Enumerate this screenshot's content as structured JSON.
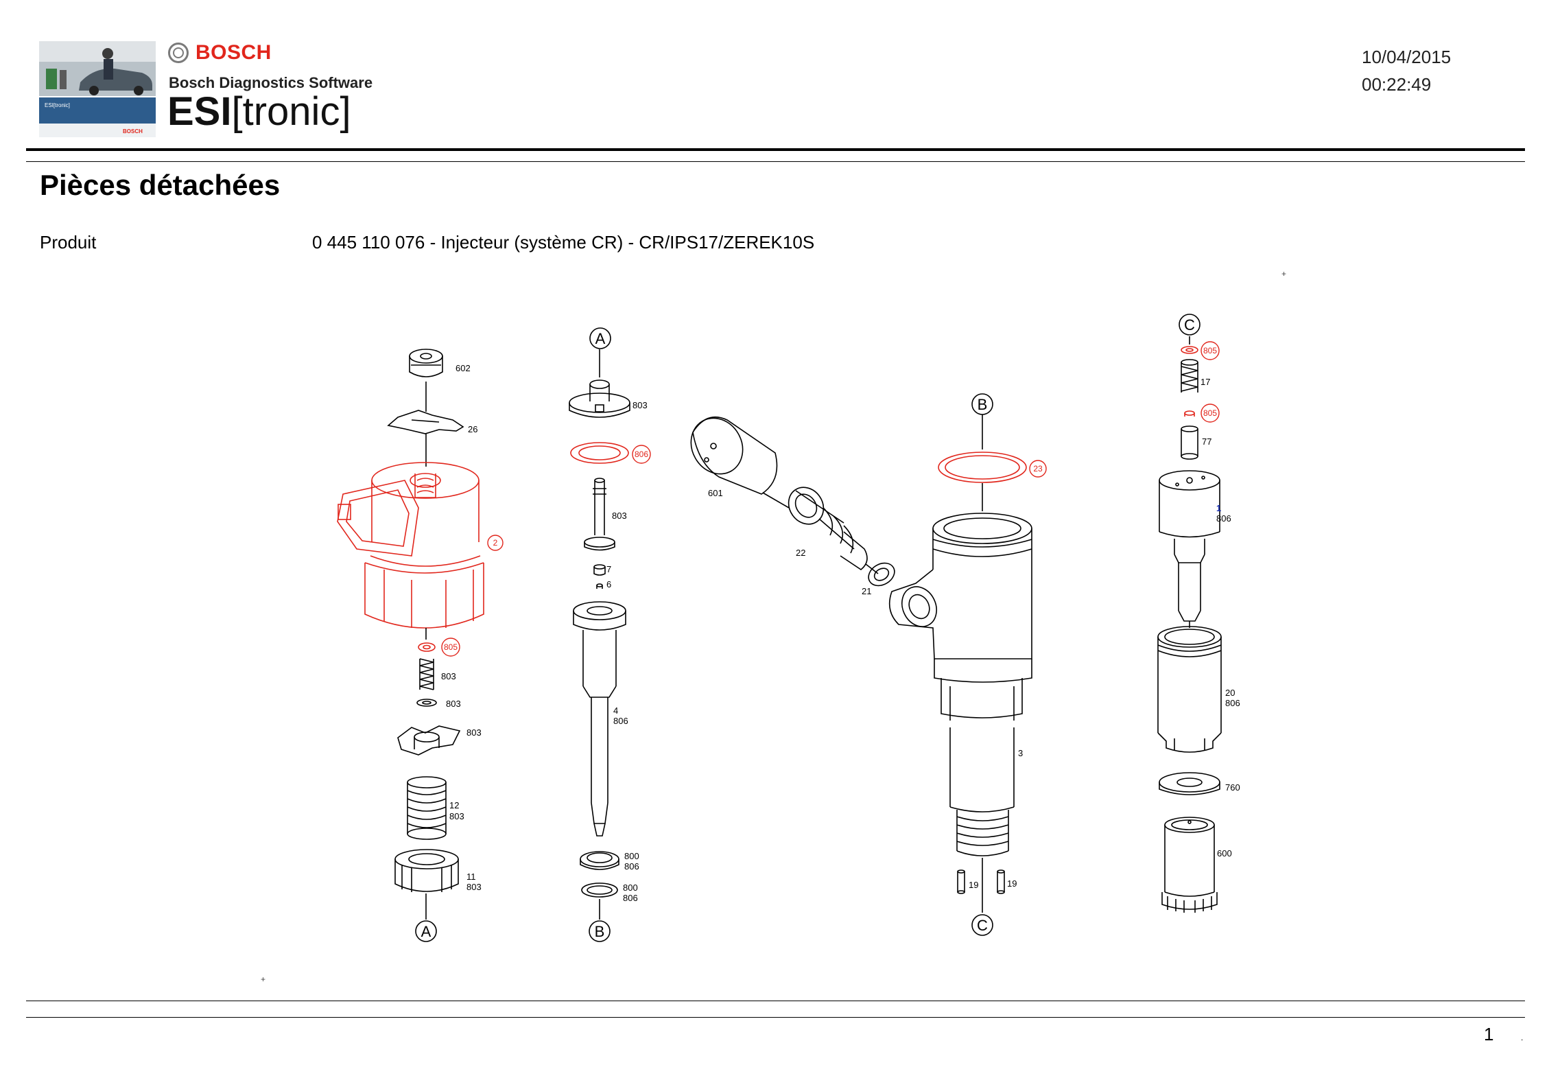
{
  "header": {
    "brand": "BOSCH",
    "software_line": "Bosch Diagnostics Software",
    "product_line_bold": "ESI",
    "product_line_rest": "[tronic]",
    "photo_caption": "ESI[tronic]",
    "photo_brand": "BOSCH",
    "date": "10/04/2015",
    "time": "00:22:49"
  },
  "title": "Pièces détachées",
  "product": {
    "label": "Produit",
    "value": "0 445 110 076 - Injecteur (système CR) - CR/IPS17/ZEREK10S"
  },
  "markers": {
    "top": "+",
    "bottom": "+"
  },
  "footer": {
    "page": "1",
    "dot": "."
  },
  "diagram": {
    "colors": {
      "line": "#000000",
      "highlight": "#e1261c",
      "blue": "#1a2fb0"
    },
    "section_labels": {
      "A_top": "A",
      "A_bottom": "A",
      "B_top": "B",
      "B_bottom": "B",
      "C_top": "C",
      "C_bottom": "C"
    },
    "callouts": {
      "c602": "602",
      "c26": "26",
      "c2": "2",
      "c805a": "805",
      "c803a": "803",
      "c803b": "803",
      "c803c": "803",
      "c12": "12",
      "c803d": "803",
      "c11": "11",
      "c803e": "803",
      "c803f": "803",
      "c806a": "806",
      "c803g": "803",
      "c7": "7",
      "c6": "6",
      "c4": "4",
      "c806b": "806",
      "c800a": "800",
      "c806c": "806",
      "c800b": "800",
      "c806d": "806",
      "c601": "601",
      "c22": "22",
      "c21": "21",
      "c23": "23",
      "c3": "3",
      "c19a": "19",
      "c19b": "19",
      "c805b": "805",
      "c17": "17",
      "c805c": "805",
      "c77": "77",
      "c1": "1",
      "c806e": "806",
      "c20": "20",
      "c806f": "806",
      "c760": "760",
      "c600": "600"
    }
  }
}
